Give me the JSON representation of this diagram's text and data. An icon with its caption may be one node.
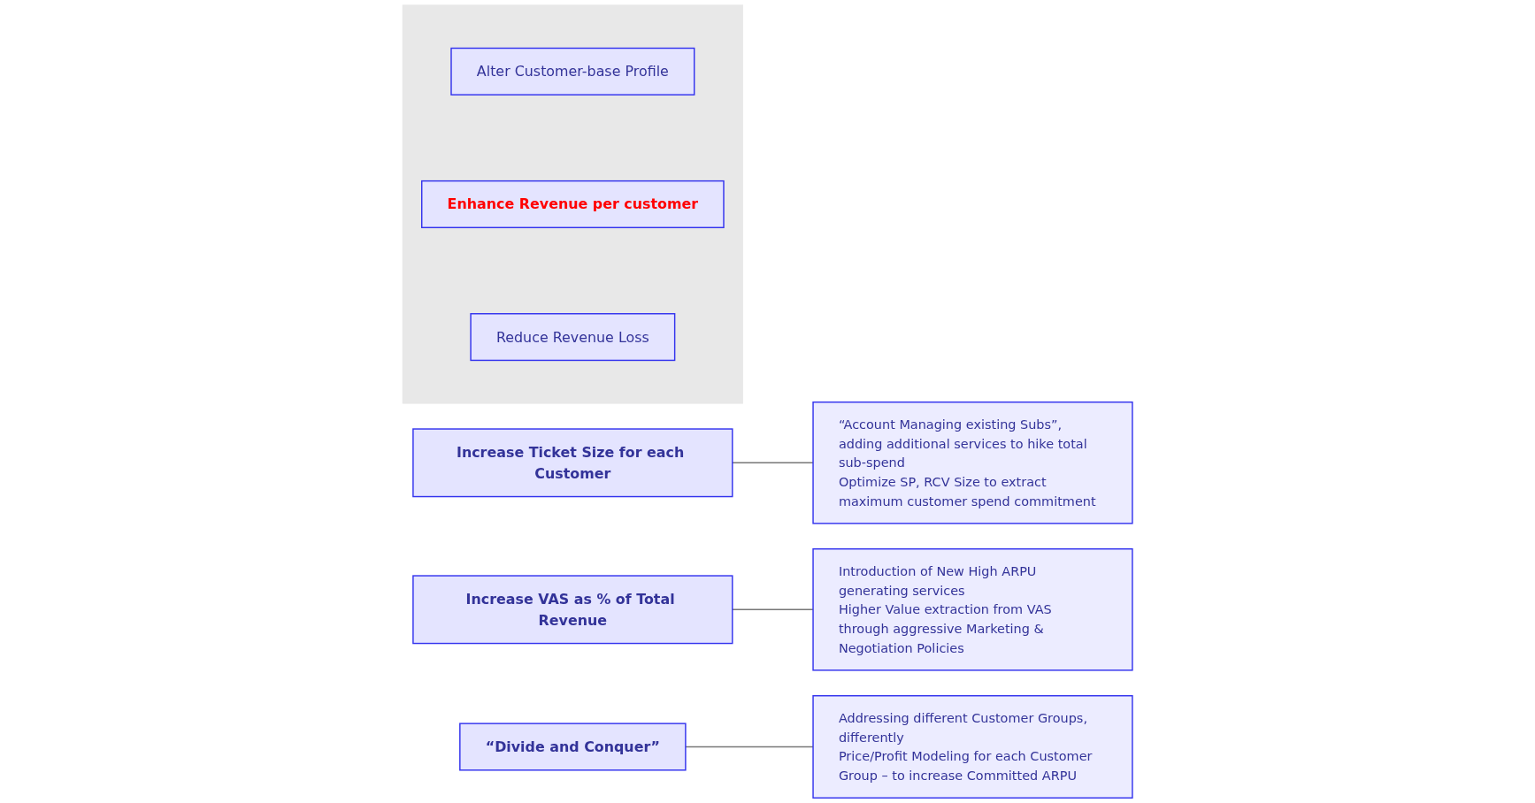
{
  "diagram": {
    "nodes": [
      {
        "text": [],
        "shape": "box"
      },
      {
        "text": [
          "Alter Customer-base Profile"
        ],
        "in": 0
      },
      {
        "text": [
          "Enhance Revenue per customer"
        ],
        "in": 0
      },
      {
        "text": [
          "Reduce Revenue Loss"
        ],
        "in": 0
      },
      {
        "text": [
          "Increase Ticket Size for each Customer"
        ]
      },
      {
        "text": [
          "Increase VAS as % of Total Revenue"
        ]
      },
      {
        "text": [
          "“Divide and Conquer”"
        ]
      },
      {
        "text": [
          "“Account Managing existing Subs”, adding additional services to hike total sub-spend",
          "Optimize SP, RCV Size to extract maximum customer spend commitment"
        ]
      },
      {
        "text": [
          "Introduction of New High ARPU generating services",
          "Higher Value extraction from VAS through aggressive Marketing & Negotiation Policies"
        ]
      },
      {
        "text": [
          "Addressing different Customer Groups, differently",
          "Price/Profit Modeling for each Customer Group – to increase Committed ARPU"
        ]
      }
    ],
    "edges": [
      {
        "from": 4,
        "to": 7,
        "arrow": "none"
      },
      {
        "from": 5,
        "to": 8,
        "arrow": "none"
      },
      {
        "from": 6,
        "to": 9,
        "arrow": "none"
      }
    ]
  }
}
